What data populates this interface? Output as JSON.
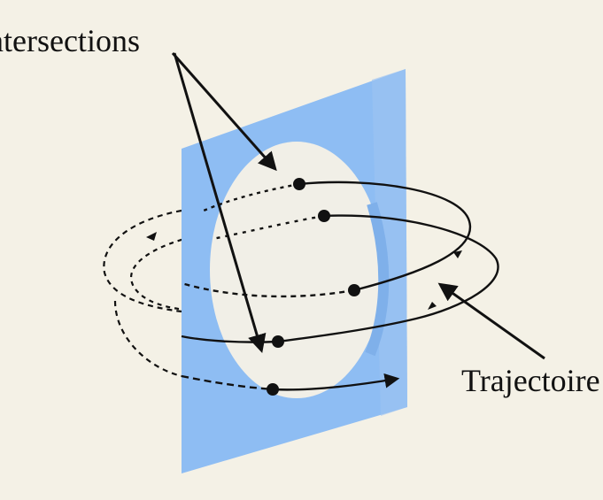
{
  "labels": {
    "intersections": "ntersections",
    "trajectory": "Trajectoire"
  },
  "colors": {
    "background": "#f4f1e6",
    "plane": "#8ebdf3",
    "plane_shade": "#9cc3f1",
    "section": "#f1efe7",
    "curve": "#111111"
  },
  "icons": [
    "intersection-point",
    "arrow-head"
  ]
}
